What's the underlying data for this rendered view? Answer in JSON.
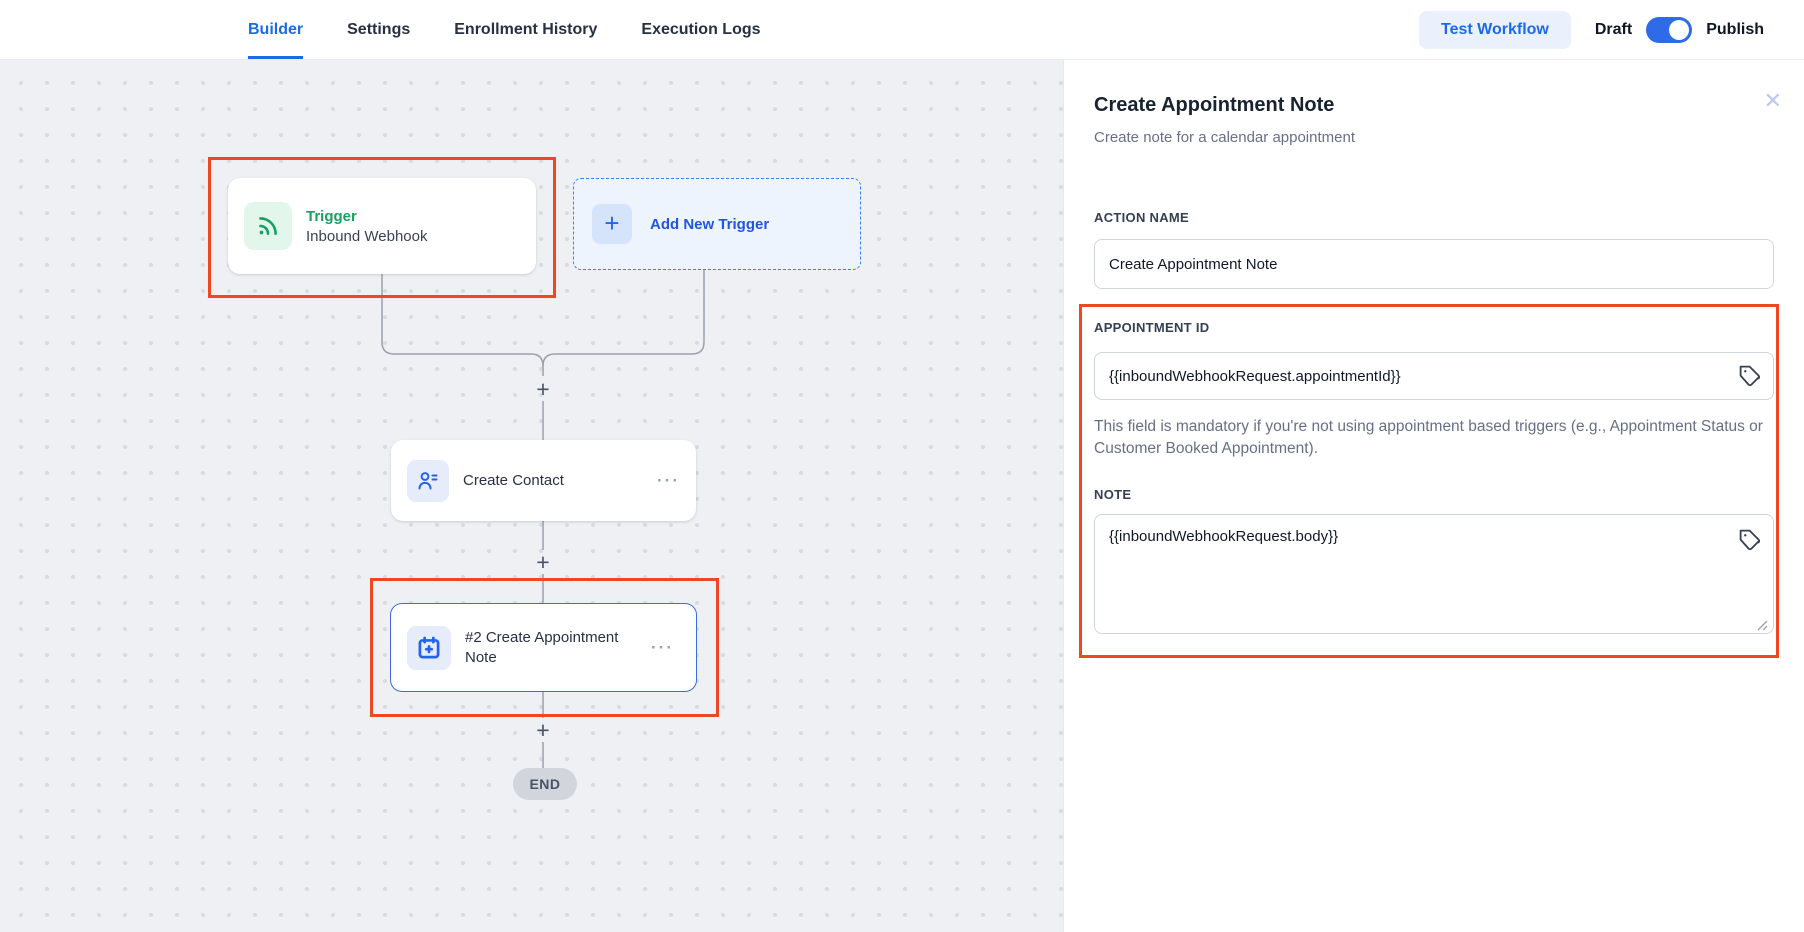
{
  "topbar": {
    "tabs": [
      {
        "label": "Builder",
        "active": true
      },
      {
        "label": "Settings",
        "active": false
      },
      {
        "label": "Enrollment History",
        "active": false
      },
      {
        "label": "Execution Logs",
        "active": false
      }
    ],
    "test_workflow_label": "Test Workflow",
    "draft_label": "Draft",
    "publish_label": "Publish",
    "publish_toggle_state": "on"
  },
  "canvas": {
    "trigger_node": {
      "type_label": "Trigger",
      "name": "Inbound Webhook",
      "icon": "rss-icon"
    },
    "add_new_trigger": {
      "label": "Add New Trigger",
      "plus": "+",
      "icon": "plus-icon"
    },
    "contact_node": {
      "label": "Create Contact",
      "icon": "contact-icon",
      "menu": "···"
    },
    "appointment_node": {
      "label": "#2 Create Appointment Note",
      "icon": "calendar-plus-icon",
      "menu": "···"
    },
    "connector_plus": "+",
    "end_label": "END"
  },
  "panel": {
    "title": "Create Appointment Note",
    "subtitle": "Create note for a calendar appointment",
    "close_glyph": "✕",
    "fields": {
      "action_name": {
        "label": "ACTION NAME",
        "value": "Create Appointment Note"
      },
      "appointment_id": {
        "label": "APPOINTMENT ID",
        "value": "{{inboundWebhookRequest.appointmentId}}",
        "helper": "This field is mandatory if you're not using appointment based triggers (e.g., Appointment Status or Customer Booked Appointment)."
      },
      "note": {
        "label": "NOTE",
        "value": "{{inboundWebhookRequest.body}}"
      }
    }
  },
  "colors": {
    "accent_blue": "#1a6be8",
    "node_border_blue": "#3e6ae1",
    "trigger_green": "#17a05f",
    "annotation_red": "#ee4823",
    "toggle_on_blue": "#2f6ae8",
    "canvas_bg": "#eef0f3"
  }
}
